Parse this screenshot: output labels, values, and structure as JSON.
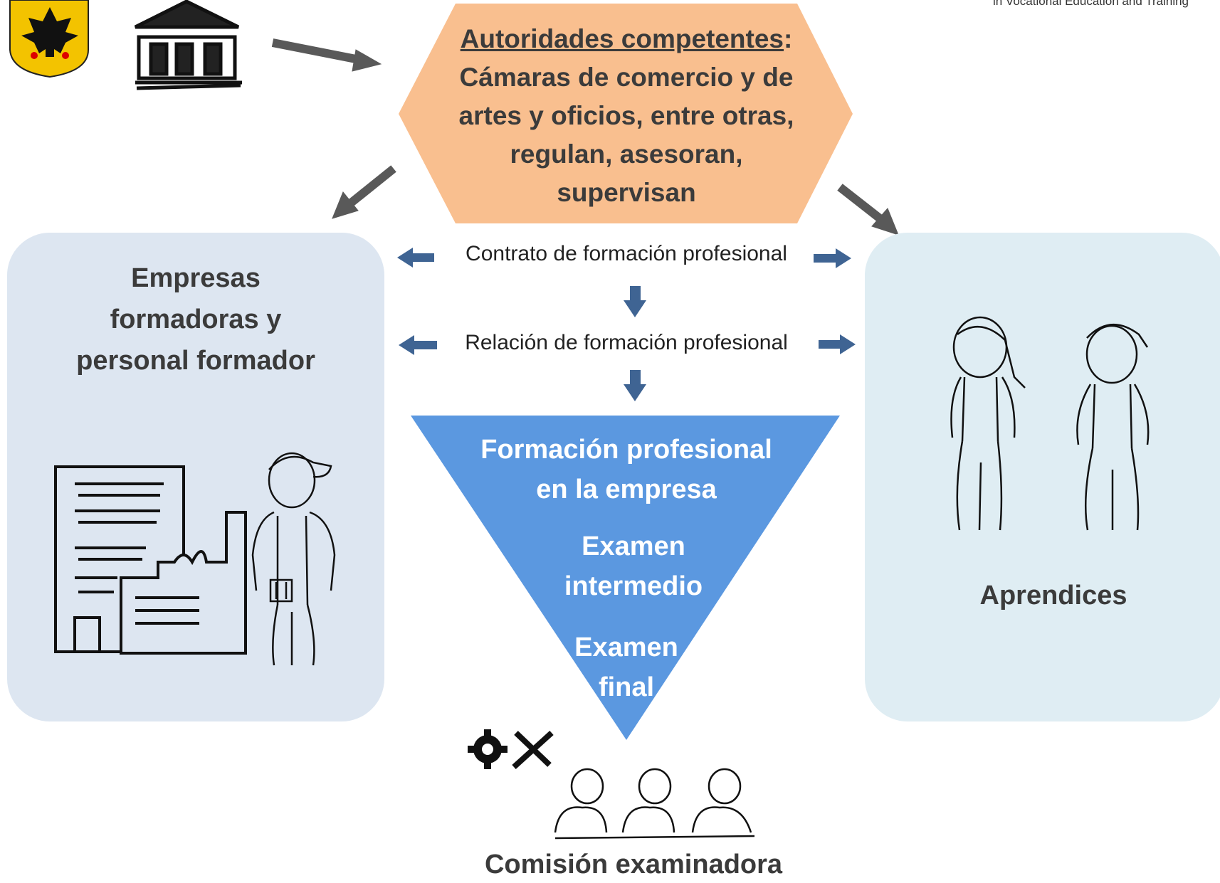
{
  "header": {
    "note": "in Vocational Education and Training"
  },
  "authority": {
    "title_underlined": "Autoridades competentes",
    "title_colon": ":",
    "line1": "Cámaras de comercio y de",
    "line2": "artes y oficios, entre otras,",
    "line3": "regulan, asesoran,",
    "line4": "supervisan",
    "color": "#f9bf8f"
  },
  "left_panel": {
    "line1": "Empresas",
    "line2": "formadoras y",
    "line3": "personal formador",
    "color": "#dde6f1"
  },
  "right_panel": {
    "title": "Aprendices",
    "color": "#dfedf3"
  },
  "relations": {
    "contract": "Contrato de formación profesional",
    "relation": "Relación de formación profesional",
    "arrow_color": "#3f6493"
  },
  "triangle": {
    "line1": "Formación profesional",
    "line2": "en la empresa",
    "exam_mid_1": "Examen",
    "exam_mid_2": "intermedio",
    "exam_final_1": "Examen",
    "exam_final_2": "final",
    "color": "#5b98e0"
  },
  "bottom": {
    "title": "Comisión examinadora"
  },
  "icons": [
    "federal-eagle-icon",
    "government-building-icon",
    "company-building-icon",
    "worker-icon",
    "apprentices-icon",
    "gear-icon",
    "wrench-icon",
    "examiners-icon"
  ]
}
